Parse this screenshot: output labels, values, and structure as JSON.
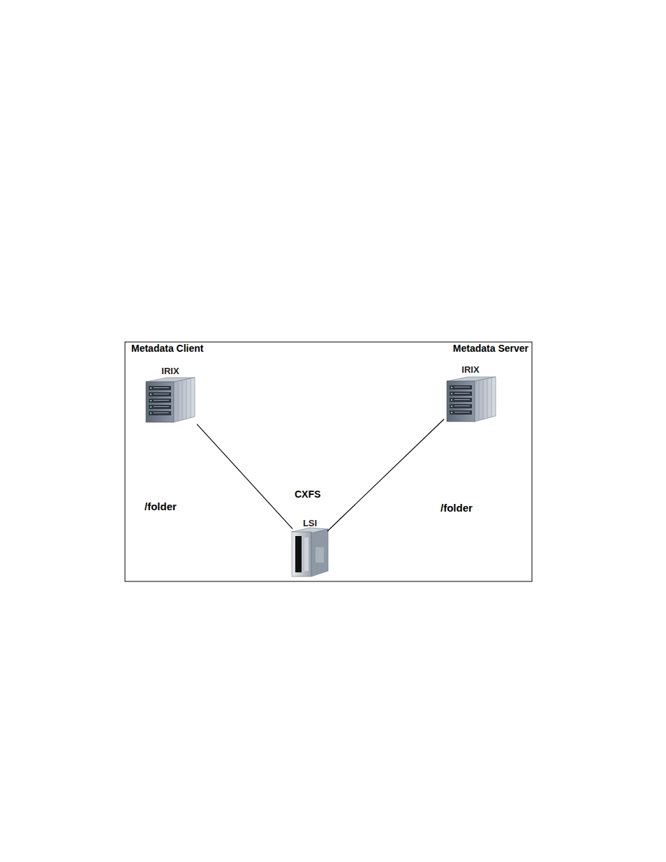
{
  "diagram": {
    "nodes": [
      {
        "text": [
          "IRIX"
        ]
      },
      {
        "text": [
          "IRIX"
        ]
      },
      {
        "text": [
          "LSI"
        ]
      }
    ],
    "edges": [
      {
        "from": 0,
        "to": 2,
        "arrow": "none"
      },
      {
        "from": 1,
        "to": 2,
        "arrow": "none"
      }
    ],
    "labels": [
      "Metadata Client",
      "Metadata Server",
      "/folder",
      "CXFS",
      "/folder"
    ]
  }
}
